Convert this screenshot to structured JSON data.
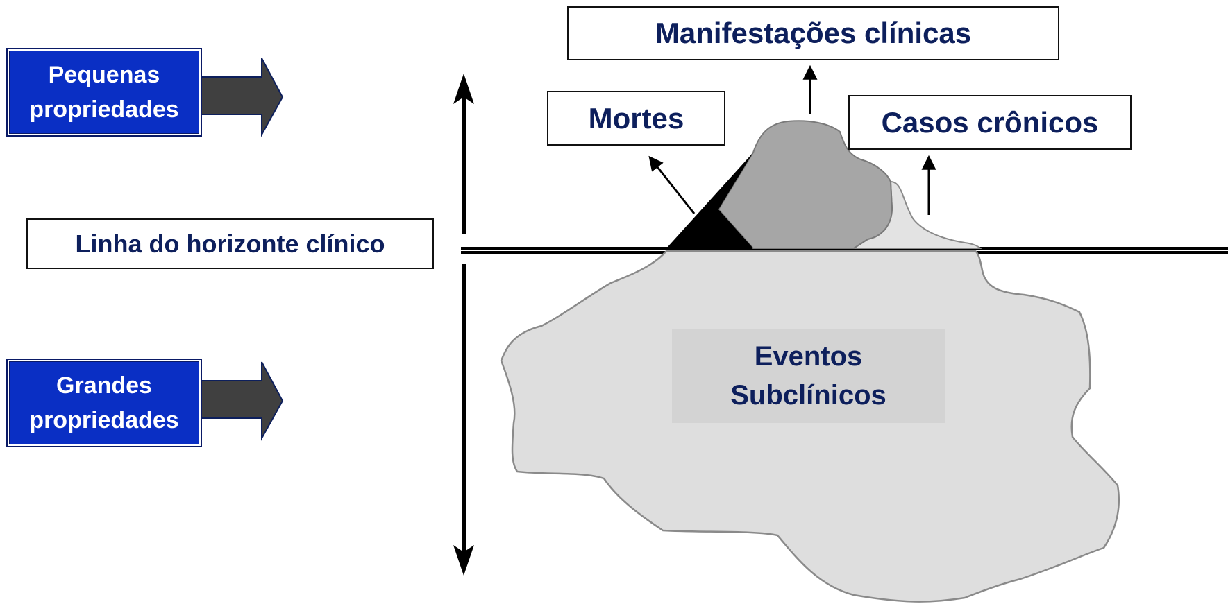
{
  "labels": {
    "small_farms": [
      "Pequenas",
      "propriedades"
    ],
    "large_farms": [
      "Grandes",
      "propriedades"
    ],
    "clinical_horizon": "Linha do horizonte clínico",
    "clinical_manifestations": "Manifestações clínicas",
    "deaths": "Mortes",
    "chronic_cases": "Casos crônicos",
    "subclinical_events": [
      "Eventos",
      "Subclínicos"
    ]
  },
  "colors": {
    "farm_box": "#0a2fc4",
    "label_text": "#0d1f5c",
    "arrow_fill": "#404040",
    "deaths_region": "#000000",
    "clinical_region": "#a6a6a6",
    "chronic_region": "#d9d9d9",
    "subclinical_region": "#dedede",
    "subclinical_label_bg": "#d3d3d3"
  }
}
